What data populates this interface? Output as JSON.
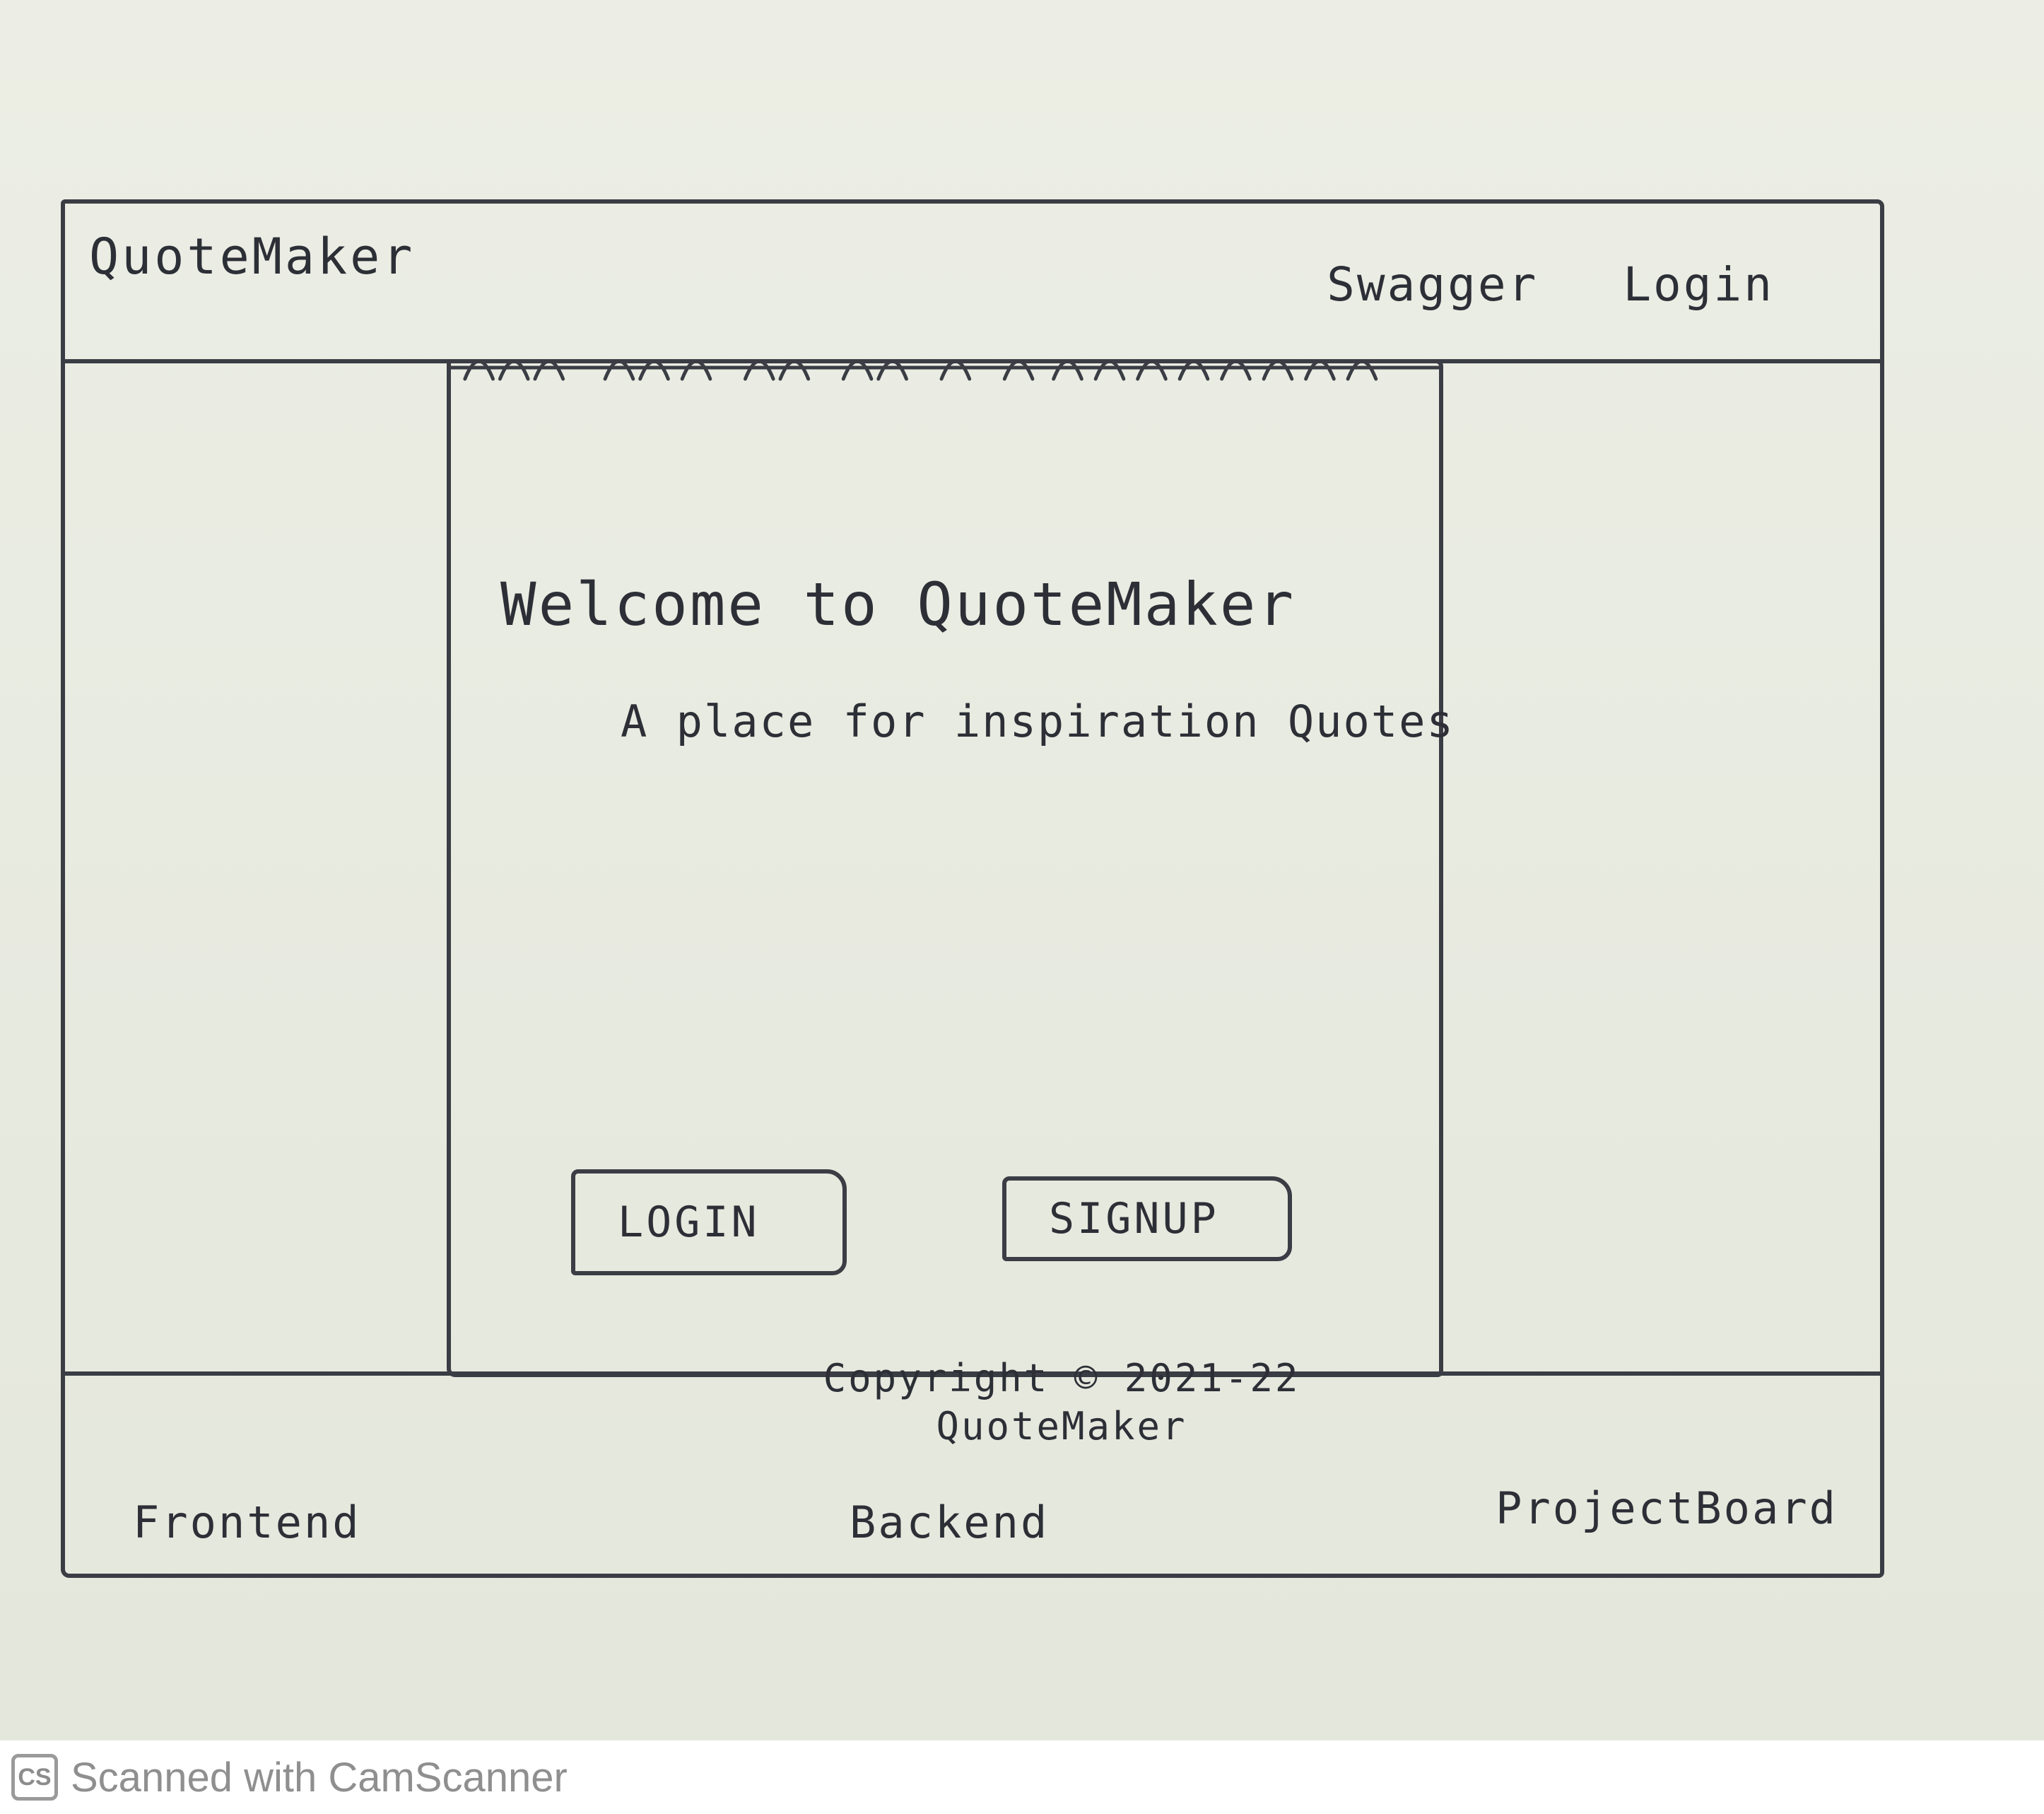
{
  "header": {
    "brand": "QuoteMaker",
    "nav": [
      {
        "label": "Swagger"
      },
      {
        "label": "Login"
      }
    ]
  },
  "card": {
    "title": "Welcome to QuoteMaker",
    "tagline": "A place for inspiration Quotes",
    "login_button": "LOGIN",
    "signup_button": "SIGNUP"
  },
  "footer": {
    "copyright_line1": "Copyright © 2021-22",
    "copyright_line2": "QuoteMaker",
    "links": [
      {
        "label": "Frontend"
      },
      {
        "label": "Backend"
      },
      {
        "label": "ProjectBoard"
      }
    ]
  },
  "watermark": {
    "logo": "CS",
    "text": "Scanned with CamScanner"
  },
  "colors": {
    "paper": "#e9ebe2",
    "ink": "#3a3d44",
    "watermark_text": "#8f8f8f"
  }
}
